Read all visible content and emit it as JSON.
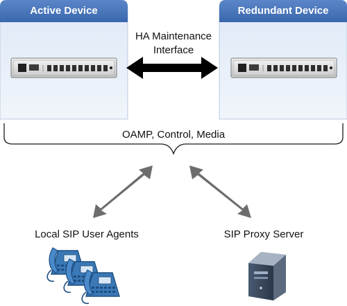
{
  "devices": {
    "active": {
      "title": "Active Device"
    },
    "redundant": {
      "title": "Redundant Device"
    }
  },
  "ha_link": {
    "label_line1": "HA Maintenance",
    "label_line2": "Interface"
  },
  "network": {
    "label": "OAMP, Control, Media"
  },
  "endpoints": {
    "left": {
      "label": "Local SIP User Agents",
      "icon": "ip-phones-icon"
    },
    "right": {
      "label": "SIP Proxy Server",
      "icon": "server-tower-icon"
    }
  },
  "colors": {
    "box_header": "#3f6eb4",
    "box_fill": "#e6eef9",
    "arrow_black": "#000000",
    "arrow_gray": "#6d6d6d",
    "phone": "#3c7ab8"
  }
}
